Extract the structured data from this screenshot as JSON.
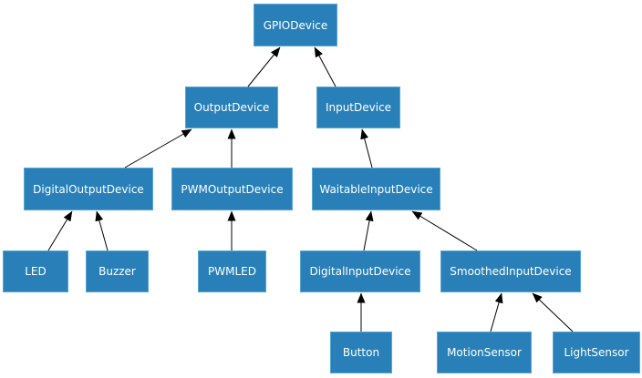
{
  "diagram": {
    "description": "Class inheritance hierarchy of GPIO device classes",
    "colors": {
      "node_fill": "#2980b9",
      "node_border": "#58a5d4",
      "node_text": "#ffffff",
      "edge": "#000000",
      "background": "#ffffff"
    },
    "nodes": {
      "GPIODevice": {
        "label": "GPIODevice"
      },
      "OutputDevice": {
        "label": "OutputDevice"
      },
      "InputDevice": {
        "label": "InputDevice"
      },
      "DigitalOutputDevice": {
        "label": "DigitalOutputDevice"
      },
      "PWMOutputDevice": {
        "label": "PWMOutputDevice"
      },
      "WaitableInputDevice": {
        "label": "WaitableInputDevice"
      },
      "LED": {
        "label": "LED"
      },
      "Buzzer": {
        "label": "Buzzer"
      },
      "PWMLED": {
        "label": "PWMLED"
      },
      "DigitalInputDevice": {
        "label": "DigitalInputDevice"
      },
      "SmoothedInputDevice": {
        "label": "SmoothedInputDevice"
      },
      "Button": {
        "label": "Button"
      },
      "MotionSensor": {
        "label": "MotionSensor"
      },
      "LightSensor": {
        "label": "LightSensor"
      }
    },
    "edges": [
      {
        "child": "OutputDevice",
        "parent": "GPIODevice"
      },
      {
        "child": "InputDevice",
        "parent": "GPIODevice"
      },
      {
        "child": "DigitalOutputDevice",
        "parent": "OutputDevice"
      },
      {
        "child": "PWMOutputDevice",
        "parent": "OutputDevice"
      },
      {
        "child": "WaitableInputDevice",
        "parent": "InputDevice"
      },
      {
        "child": "LED",
        "parent": "DigitalOutputDevice"
      },
      {
        "child": "Buzzer",
        "parent": "DigitalOutputDevice"
      },
      {
        "child": "PWMLED",
        "parent": "PWMOutputDevice"
      },
      {
        "child": "DigitalInputDevice",
        "parent": "WaitableInputDevice"
      },
      {
        "child": "SmoothedInputDevice",
        "parent": "WaitableInputDevice"
      },
      {
        "child": "Button",
        "parent": "DigitalInputDevice"
      },
      {
        "child": "MotionSensor",
        "parent": "SmoothedInputDevice"
      },
      {
        "child": "LightSensor",
        "parent": "SmoothedInputDevice"
      }
    ]
  }
}
